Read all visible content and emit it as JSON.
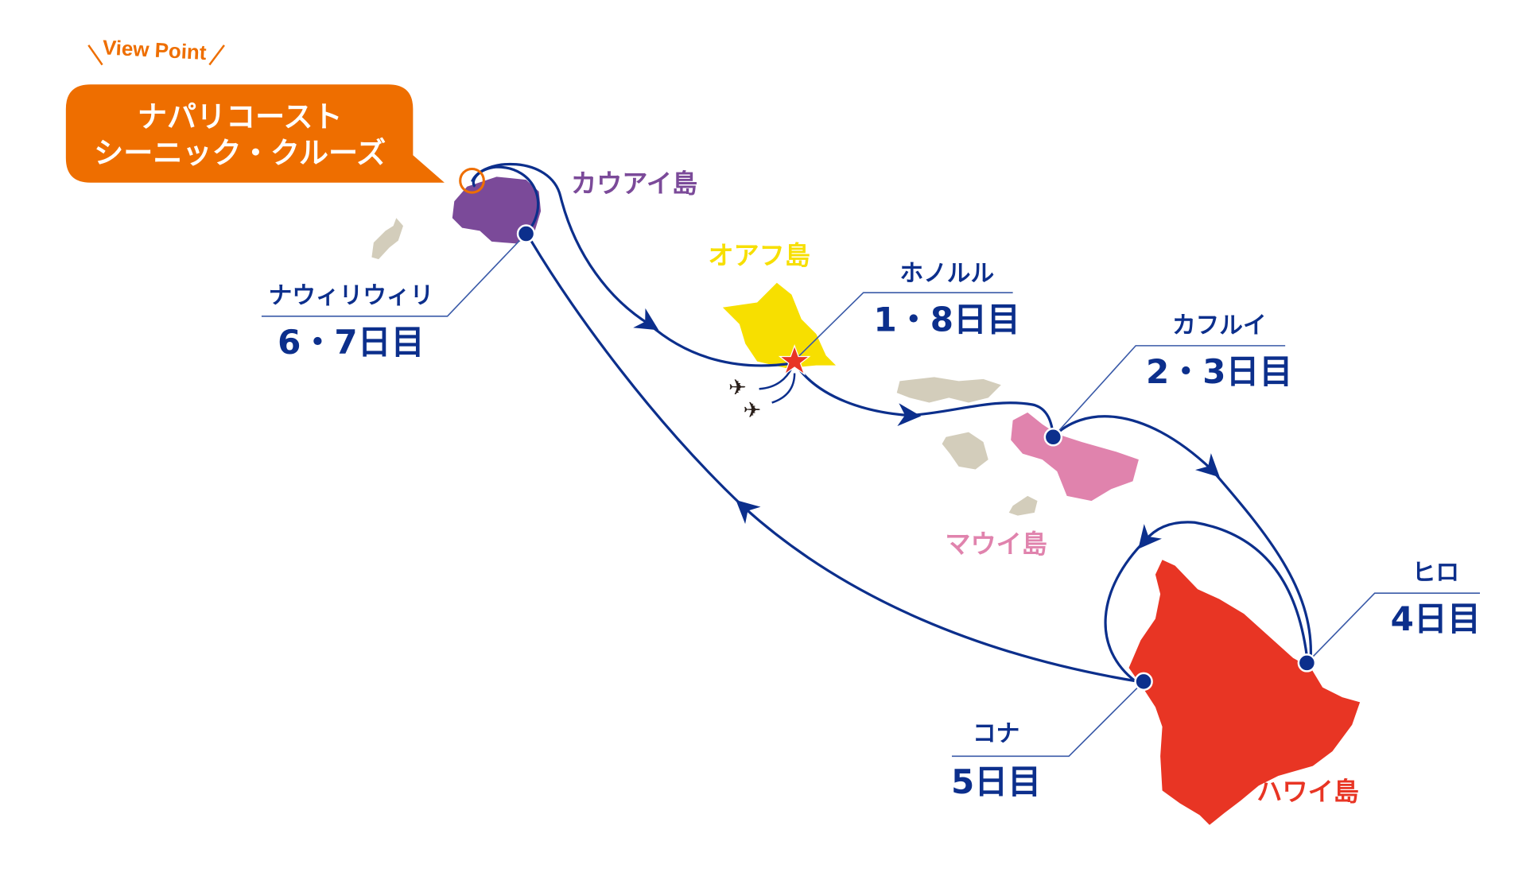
{
  "viewpoint": {
    "label": "View Point",
    "callout_line1": "ナパリコースト",
    "callout_line2": "シーニック・クルーズ"
  },
  "islands": {
    "kauai": "カウアイ島",
    "oahu": "オアフ島",
    "maui": "マウイ島",
    "hawaii": "ハワイ島"
  },
  "ports": [
    {
      "name": "ナウィリウィリ",
      "day": "6・7日目"
    },
    {
      "name": "ホノルル",
      "day": "1・8日目"
    },
    {
      "name": "カフルイ",
      "day": "2・3日目"
    },
    {
      "name": "ヒロ",
      "day": "4日目"
    },
    {
      "name": "コナ",
      "day": "5日目"
    }
  ],
  "colors": {
    "route": "#0c2f8c",
    "orange": "#ee6e00",
    "kauai": "#7b4a99",
    "oahu": "#f7df00",
    "maui": "#e083ad",
    "hawaii": "#e83524",
    "minor": "#d3cdbb"
  }
}
